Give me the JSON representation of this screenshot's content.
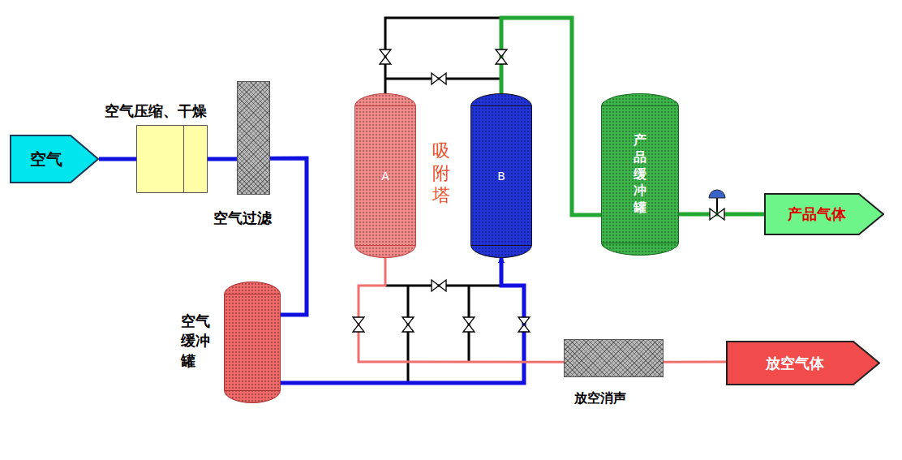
{
  "diagram": {
    "nodes": [
      {
        "text": [
          "空气"
        ]
      },
      {
        "text": [
          "空气压缩、干燥"
        ]
      },
      {
        "text": [
          "空气过滤"
        ]
      },
      {
        "text": [
          "空气缓冲罐"
        ]
      },
      {
        "text": [
          "A"
        ]
      },
      {
        "text": [
          "B"
        ]
      },
      {
        "text": [
          "产品缓冲罐"
        ]
      },
      {
        "text": [
          "产品气体"
        ]
      },
      {
        "text": [
          "放空消声"
        ]
      },
      {
        "text": [
          "放空气体"
        ]
      }
    ],
    "edges": [
      {
        "from": 0,
        "to": 1,
        "arrow": "none"
      },
      {
        "from": 1,
        "to": 2,
        "arrow": "none"
      },
      {
        "from": 2,
        "to": 3,
        "arrow": "none"
      },
      {
        "from": 3,
        "to": 5,
        "arrow": "to"
      },
      {
        "from": 5,
        "to": 6,
        "arrow": "none"
      },
      {
        "from": 6,
        "to": 7,
        "arrow": "none"
      },
      {
        "from": 4,
        "to": 8,
        "arrow": "none"
      },
      {
        "from": 8,
        "to": 9,
        "arrow": "none"
      }
    ],
    "labels": [
      "吸附塔"
    ]
  }
}
